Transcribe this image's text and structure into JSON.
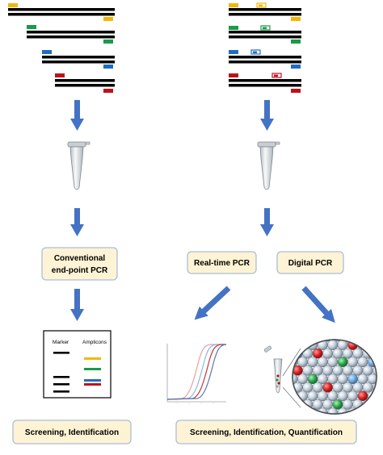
{
  "labels": {
    "conventional_line1": "Conventional",
    "conventional_line2": "end-point PCR",
    "realtime": "Real-time PCR",
    "digital": "Digital PCR",
    "left_result": "Screening, Identification",
    "right_result": "Screening, Identification, Quantification"
  },
  "gel": {
    "marker": "Marker",
    "amplicons": "Amplicons"
  },
  "colors": {
    "yellow": "#f2b705",
    "green": "#1a9a4a",
    "blue": "#1f6dc2",
    "red": "#c0111a",
    "arrow": "#4472c4",
    "box_fill": "#fef3d4",
    "box_stroke": "#a9bfd9"
  },
  "icons": [
    "arrow-down-icon",
    "tube-icon",
    "gel-icon",
    "amplification-curve-icon",
    "droplet-icon"
  ]
}
